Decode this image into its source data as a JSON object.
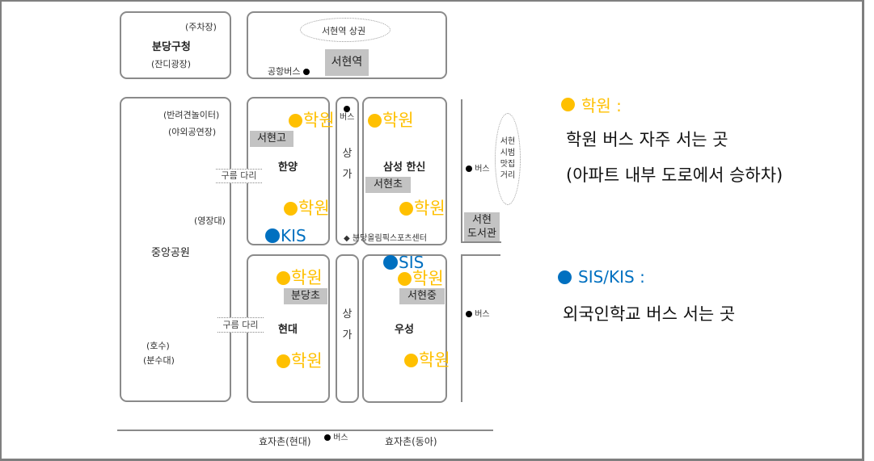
{
  "colors": {
    "academy": "#FFC000",
    "school": "#0070C0",
    "gray_box": "#C3C3C3",
    "block_border": "#8A8A8A"
  },
  "map": {
    "bundang_office": {
      "title": "분당구청",
      "top_note": "(주차장)",
      "bottom_note": "(잔디광장)"
    },
    "seohyeon_station_block": {
      "oval_label": "서현역 상권",
      "station_label": "서현역",
      "airport_bus_label": "공항버스"
    },
    "central_park": {
      "title": "중앙공원",
      "notes": [
        "(반려견놀이터)",
        "(야외공연장)",
        "(영장대)",
        "(호수)",
        "(분수대)"
      ]
    },
    "bridges": [
      "구름 다리",
      "구름 다리"
    ],
    "hanyang": {
      "title": "한양",
      "school": "서현고"
    },
    "hyundai": {
      "title": "현대",
      "school": "분당초"
    },
    "shops_top": {
      "chars": [
        "상",
        "가"
      ],
      "bus_label": "버스"
    },
    "shops_bottom": {
      "chars": [
        "상",
        "가"
      ]
    },
    "samsung_hanshin": {
      "title": "삼성 한신",
      "school": "서현초",
      "sports_center": "분당올림픽스포츠센터"
    },
    "wooseong": {
      "title": "우성",
      "school": "서현중"
    },
    "food_street": {
      "label_lines": [
        "서현",
        "시범",
        "맛집",
        "거리"
      ]
    },
    "library": {
      "label_lines": [
        "서현",
        "도서관"
      ]
    },
    "right_bus_labels": [
      "버스",
      "버스"
    ],
    "bottom_road": {
      "left_stop": "효자촌(현대)",
      "bus_label": "버스",
      "right_stop": "효자촌(동아)"
    },
    "academy_marker_label": "학원",
    "academy_marker_count": 8,
    "school_markers": [
      "KIS",
      "SIS"
    ]
  },
  "legend": {
    "academy": {
      "label": "학원 :",
      "lines": [
        "학원 버스 자주 서는 곳",
        "(아파트 내부 도로에서 승하차)"
      ]
    },
    "school": {
      "label": "SIS/KIS :",
      "lines": [
        "외국인학교 버스 서는 곳"
      ]
    }
  }
}
